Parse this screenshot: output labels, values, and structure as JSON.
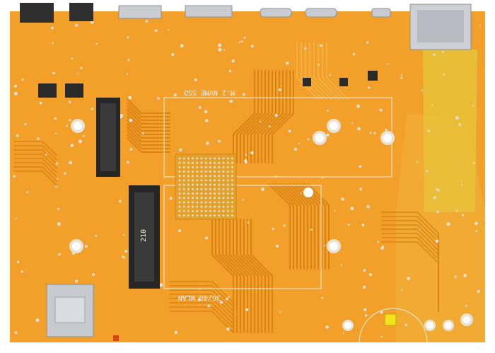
{
  "image": {
    "subject": "pcb-board-underside",
    "colors": {
      "board": "#f2a02a",
      "board_shade": "#e48f1c",
      "trace": "#d98315",
      "trace_light": "#f6b64a",
      "pad": "#e9e3d6",
      "hole": "#ffffff",
      "silkscreen": "#f4f0e6",
      "chip": "#2a2a2a",
      "connector_metal": "#c9ccd1",
      "copper_pour": "#e9c23a",
      "button": "#f2e21a",
      "red_led": "#d9431c"
    },
    "labels": {
      "nvme_label": "M.2 NVME SSD",
      "wlan_label": "3G/4G WLAN",
      "slot_size": "210"
    }
  }
}
